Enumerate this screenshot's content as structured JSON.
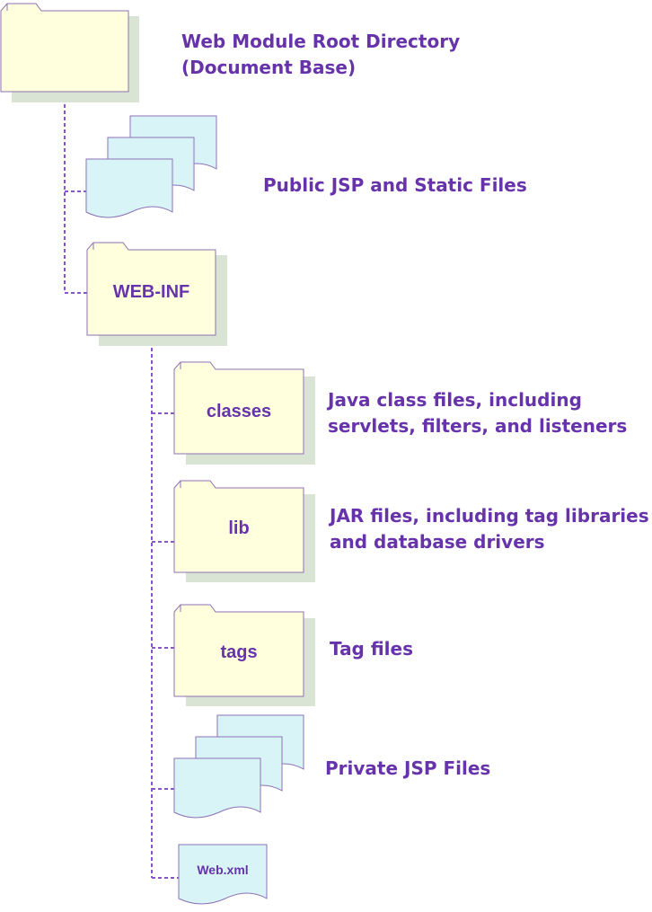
{
  "colors": {
    "folder_fill": "#ffffdd",
    "file_fill": "#d8f4f6",
    "shadow": "#d9e4d5",
    "stroke": "#8c72b5",
    "connector": "#8855cc",
    "text": "#6633aa"
  },
  "icons": {
    "root": "folder-icon",
    "public_files": "file-stack-icon",
    "web_inf": "folder-icon",
    "classes": "folder-icon",
    "lib": "folder-icon",
    "tags": "folder-icon",
    "private_files": "file-stack-icon",
    "web_xml": "file-icon"
  },
  "nodes": {
    "root": {
      "description": [
        "Web Module Root Directory",
        "(Document Base)"
      ]
    },
    "public_files": {
      "description": [
        "Public JSP and Static Files"
      ]
    },
    "web_inf": {
      "name": "WEB-INF"
    },
    "classes": {
      "name": "classes",
      "description": [
        "Java class files, including",
        "servlets, filters, and listeners"
      ]
    },
    "lib": {
      "name": "lib",
      "description": [
        "JAR files, including tag libraries",
        "and database drivers"
      ]
    },
    "tags": {
      "name": "tags",
      "description": [
        "Tag files"
      ]
    },
    "private_files": {
      "description": [
        "Private JSP Files"
      ]
    },
    "web_xml": {
      "name": "Web.xml"
    }
  }
}
